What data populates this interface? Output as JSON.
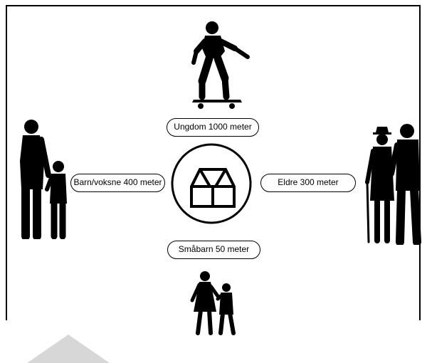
{
  "labels": {
    "top": "Ungdom 1000 meter",
    "left": "Barn/voksne 400 meter",
    "right": "Eldre 300 meter",
    "bottom": "Småbarn 50 meter"
  },
  "icons": {
    "center": "house-icon",
    "top": "skateboarder-icon",
    "left": "adult-with-child-icon",
    "right": "elderly-couple-icon",
    "bottom": "two-children-icon"
  },
  "colors": {
    "ink": "#000000",
    "background": "#ffffff",
    "shadow": "#d7d7d7"
  }
}
